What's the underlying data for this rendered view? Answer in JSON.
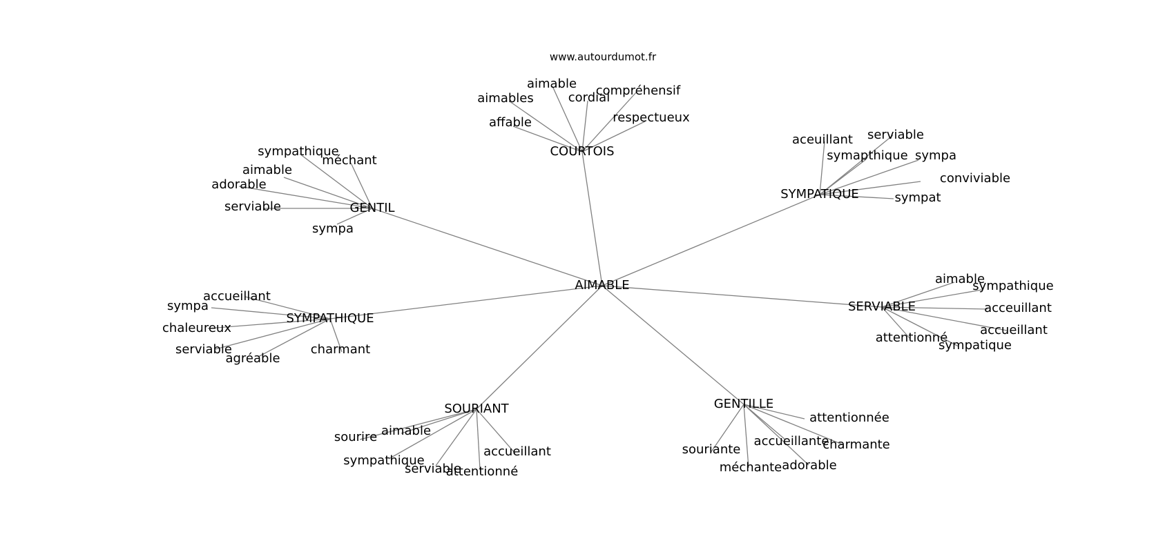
{
  "source": "www.autourdumot.fr",
  "center": "AIMABLE",
  "groups": [
    {
      "label": "COURTOIS",
      "leaves": [
        "aimable",
        "aimables",
        "cordial",
        "compréhensif",
        "affable",
        "respectueux"
      ]
    },
    {
      "label": "GENTIL",
      "leaves": [
        "sympathique",
        "méchant",
        "aimable",
        "adorable",
        "serviable",
        "sympa"
      ]
    },
    {
      "label": "SYMPATIQUE",
      "leaves": [
        "aceuillant",
        "serviable",
        "symapthique",
        "sympa",
        "conviviable",
        "sympat"
      ]
    },
    {
      "label": "SERVIABLE",
      "leaves": [
        "aimable",
        "sympathique",
        "acceuillant",
        "accueillant",
        "attentionné",
        "sympatique"
      ]
    },
    {
      "label": "SYMPATHIQUE",
      "leaves": [
        "accueillant",
        "sympa",
        "chaleureux",
        "serviable",
        "agréable",
        "charmant"
      ]
    },
    {
      "label": "SOURIANT",
      "leaves": [
        "aimable",
        "sourire",
        "sympathique",
        "serviable",
        "attentionné",
        "accueillant"
      ]
    },
    {
      "label": "GENTILLE",
      "leaves": [
        "attentionnée",
        "accueillante",
        "charmante",
        "souriante",
        "méchante",
        "adorable"
      ]
    }
  ]
}
